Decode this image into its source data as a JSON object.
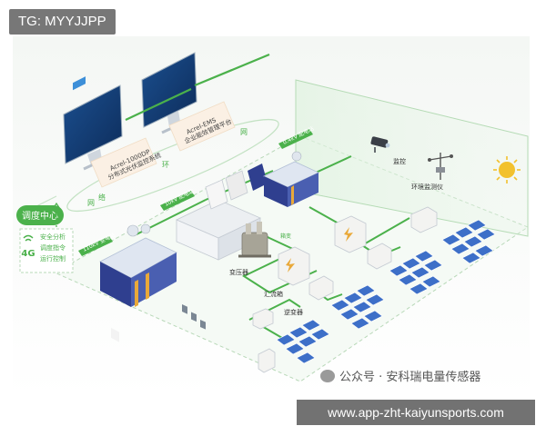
{
  "badges": {
    "tag": "TG: MYYJJPP",
    "url": "www.app-zht-kaiyunsports.com",
    "watermark": "公众号 · 安科瑞电量传感器"
  },
  "dispatch": {
    "title": "调度中心",
    "network": "4G",
    "lines": [
      "安全分析",
      "调度指令",
      "运行控制"
    ]
  },
  "monitors": [
    {
      "line1": "Acrel-1000DP",
      "line2": "分布式光伏监控系统"
    },
    {
      "line1": "Acrel-EMS",
      "line2": "企业能效管理平台"
    }
  ],
  "ring_labels": [
    "网",
    "络",
    "环",
    "网"
  ],
  "cabinets": {
    "c110": "110kV 变电站",
    "c10": "10kV 配电站",
    "c04": "0.4kV 配电站"
  },
  "field": {
    "transformer_main": "变压器",
    "transformer_box": "箱变",
    "converter": "汇流箱",
    "inverter": "逆变器",
    "camera": "监控",
    "env_monitor": "环境监测仪"
  },
  "colors": {
    "green": "#4bb14b",
    "cabinet_blue": "#2f3f8f",
    "panel_blue": "#3d6fc8",
    "sun": "#f2c12e",
    "glow": "#e9a93a"
  }
}
